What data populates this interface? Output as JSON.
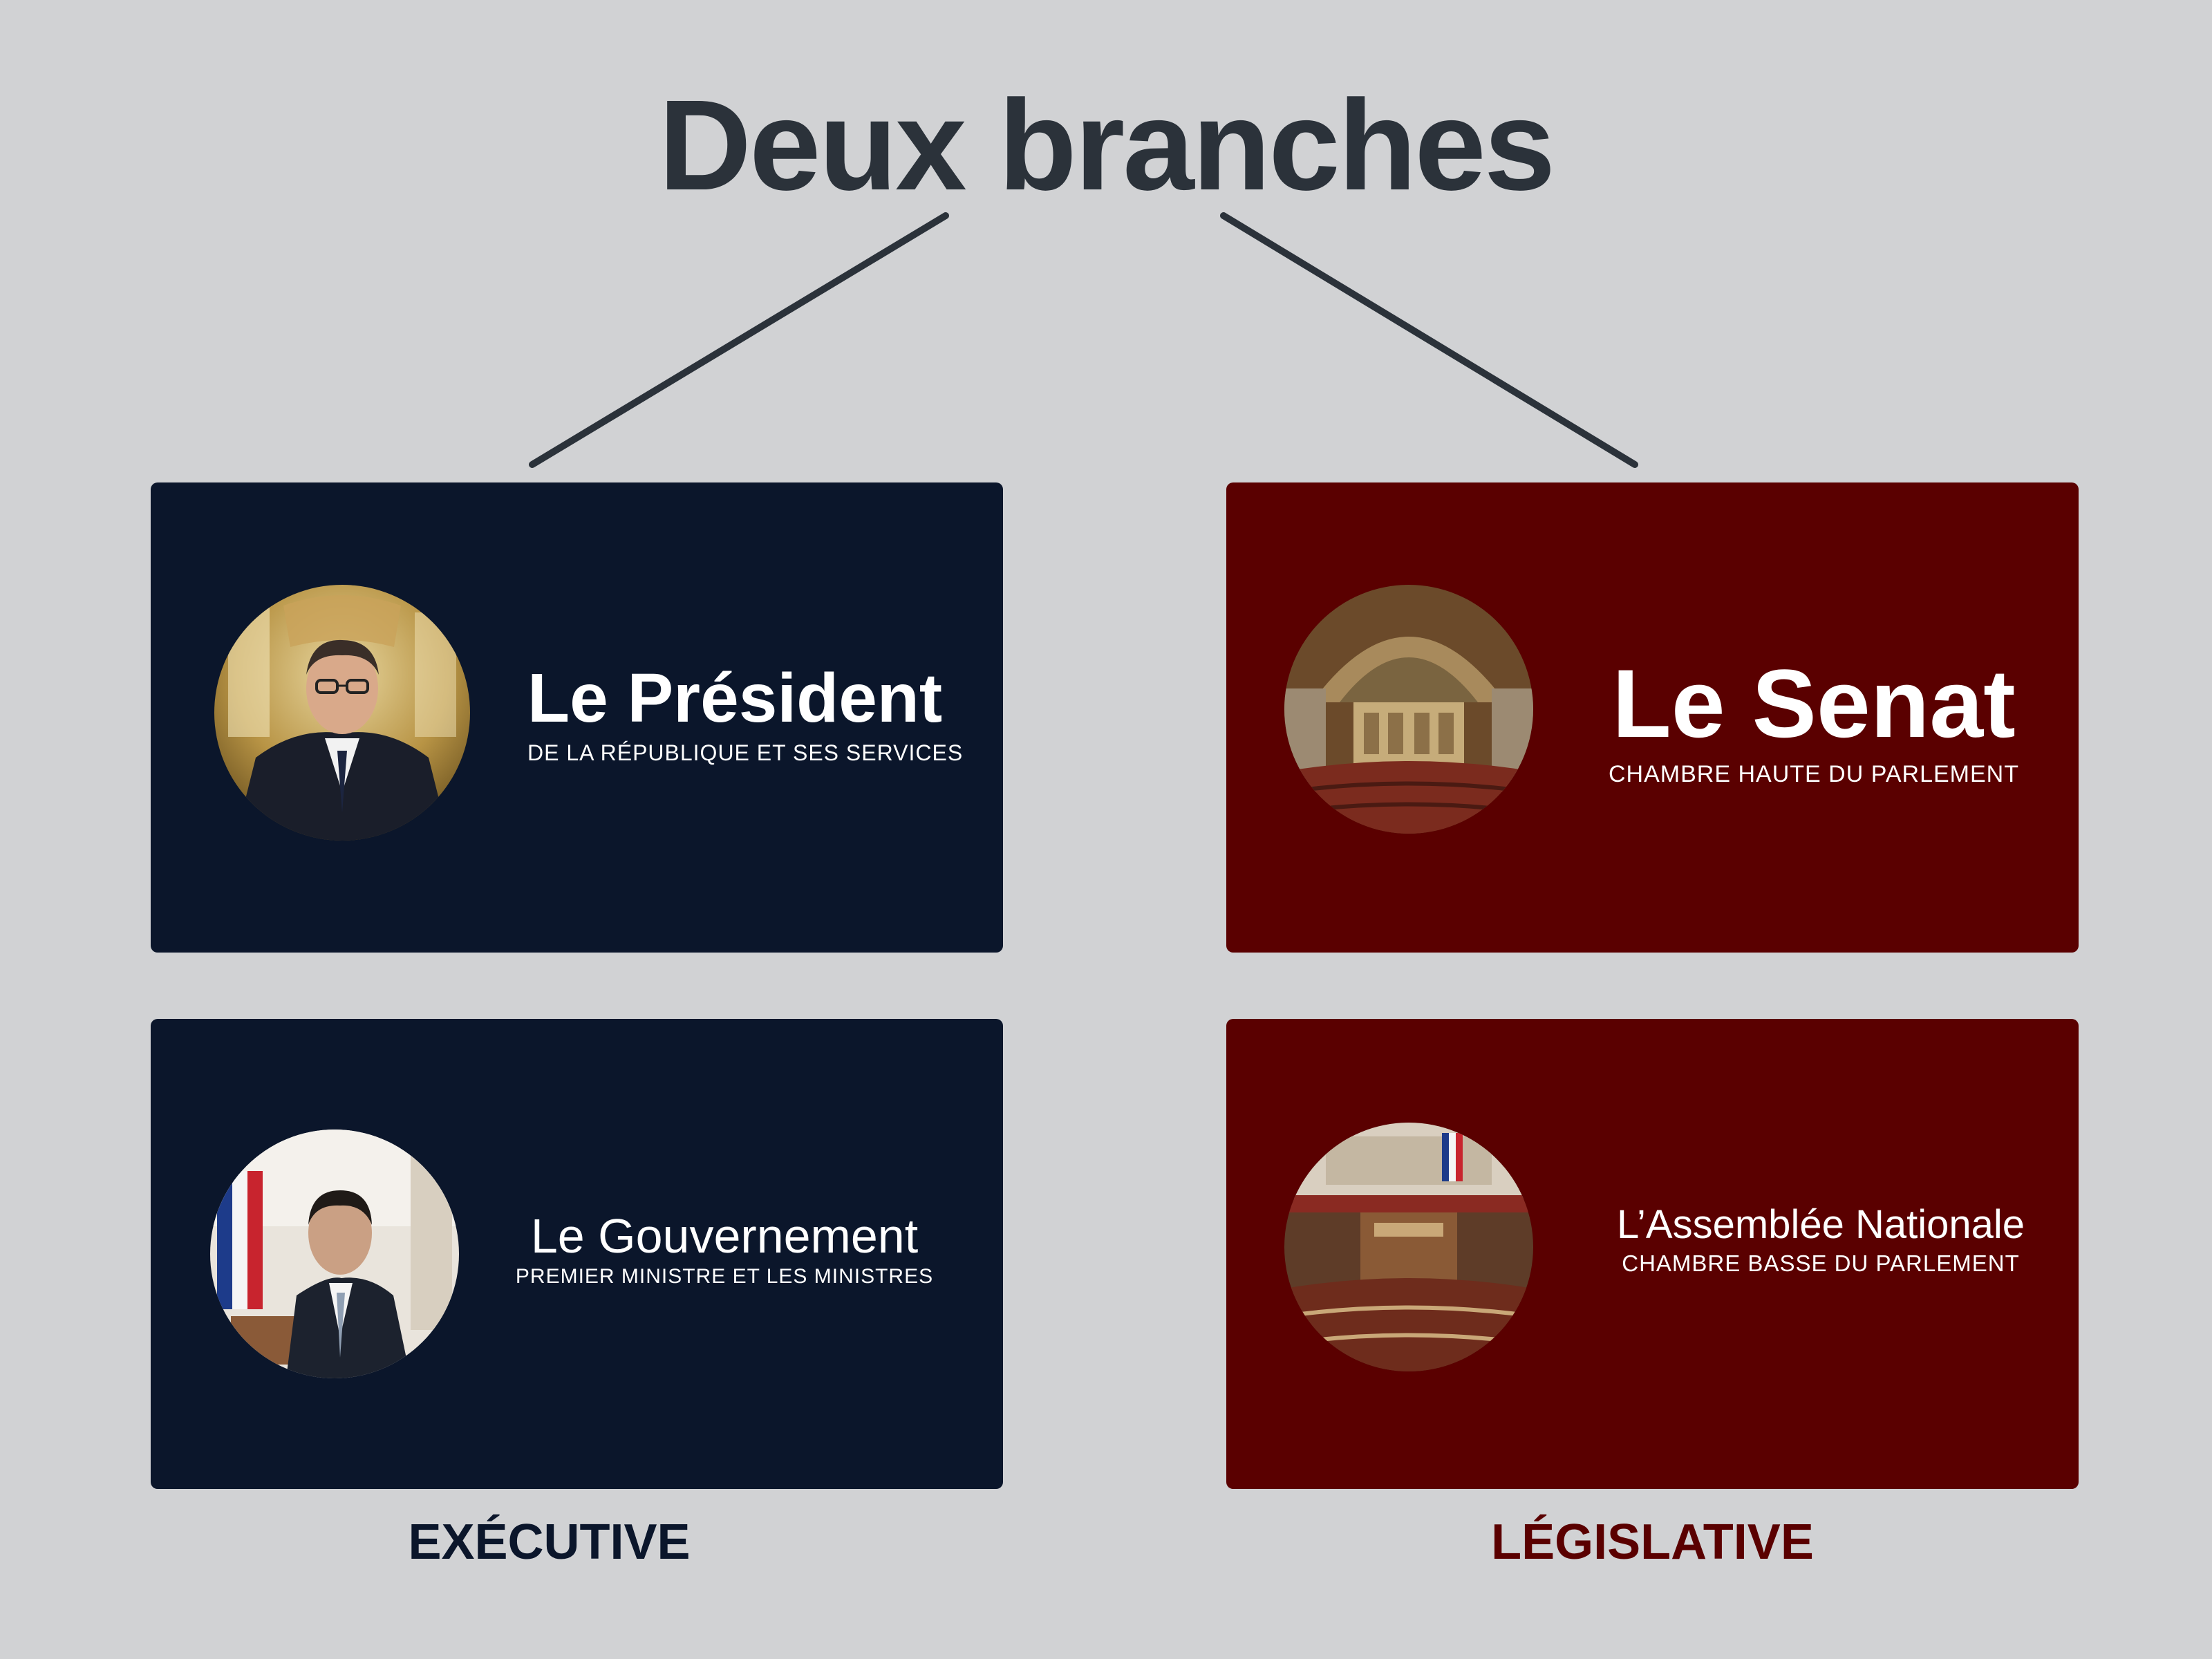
{
  "title": "Deux branches",
  "colors": {
    "background": "#d1d2d4",
    "executive": "#0b162b",
    "legislative": "#5a0000",
    "title_text": "#2b323a"
  },
  "executive": {
    "label": "EXÉCUTIVE",
    "cards": [
      {
        "title": "Le Président",
        "subtitle": "DE LA RÉPUBLIQUE ET SES SERVICES",
        "photo": "president-portrait"
      },
      {
        "title": "Le Gouvernement",
        "subtitle": "PREMIER MINISTRE ET LES MINISTRES",
        "photo": "prime-minister-portrait"
      }
    ]
  },
  "legislative": {
    "label": "LÉGISLATIVE",
    "cards": [
      {
        "title": "Le Senat",
        "subtitle": "CHAMBRE HAUTE DU PARLEMENT",
        "photo": "senate-chamber-photo"
      },
      {
        "title": "L’Assemblée Nationale",
        "subtitle": "CHAMBRE BASSE DU PARLEMENT",
        "photo": "national-assembly-photo"
      }
    ]
  }
}
